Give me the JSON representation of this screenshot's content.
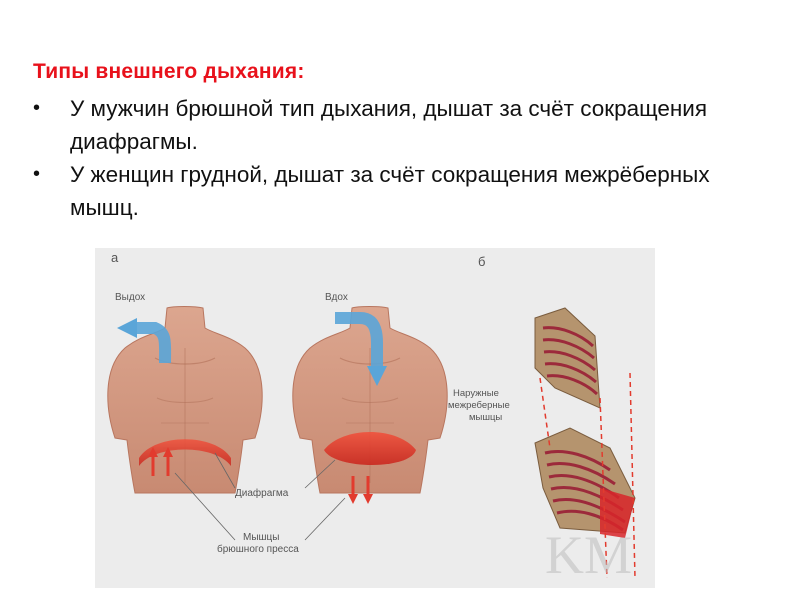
{
  "slide": {
    "title": "Типы внешнего дыхания:",
    "bullets": [
      "У мужчин брюшной тип дыхания, дышат за счёт сокращения диафрагмы.",
      " У женщин грудной, дышат за счёт сокращения межрёберных мышц."
    ]
  },
  "figure": {
    "panel_a_letter": "а",
    "panel_b_letter": "б",
    "exhale_label": "Выдох",
    "inhale_label": "Вдох",
    "diaphragm_label": "Диафрагма",
    "abdominal_label_line1": "Мышцы",
    "abdominal_label_line2": "брюшного пресса",
    "intercostal_label_line1": "Наружные",
    "intercostal_label_line2": "межреберные",
    "intercostal_label_line3": "мышцы",
    "watermark_letters": "KM"
  },
  "colors": {
    "title_red": "#e8111b",
    "skin": "#d39a82",
    "skin_shadow": "#b8765f",
    "diaphragm_red": "#e23b2e",
    "arrow_blue": "#5aa5d8",
    "muscle_maroon": "#9a1f36"
  }
}
